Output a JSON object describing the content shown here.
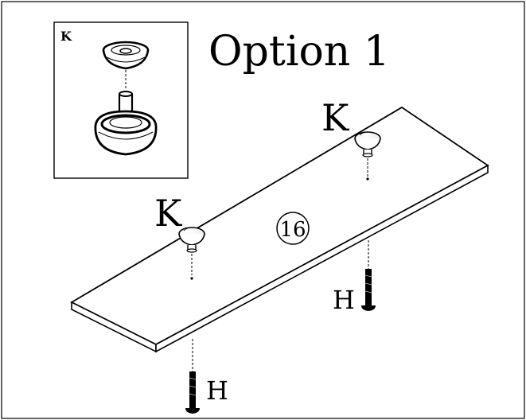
{
  "title": "Option 1",
  "inset": {
    "part_label": "K"
  },
  "panel": {
    "part_number": "16"
  },
  "callouts": {
    "knob_left": "K",
    "knob_right": "K",
    "screw_front": "H",
    "screw_back": "H"
  },
  "colors": {
    "stroke": "#000000",
    "background": "#ffffff"
  }
}
